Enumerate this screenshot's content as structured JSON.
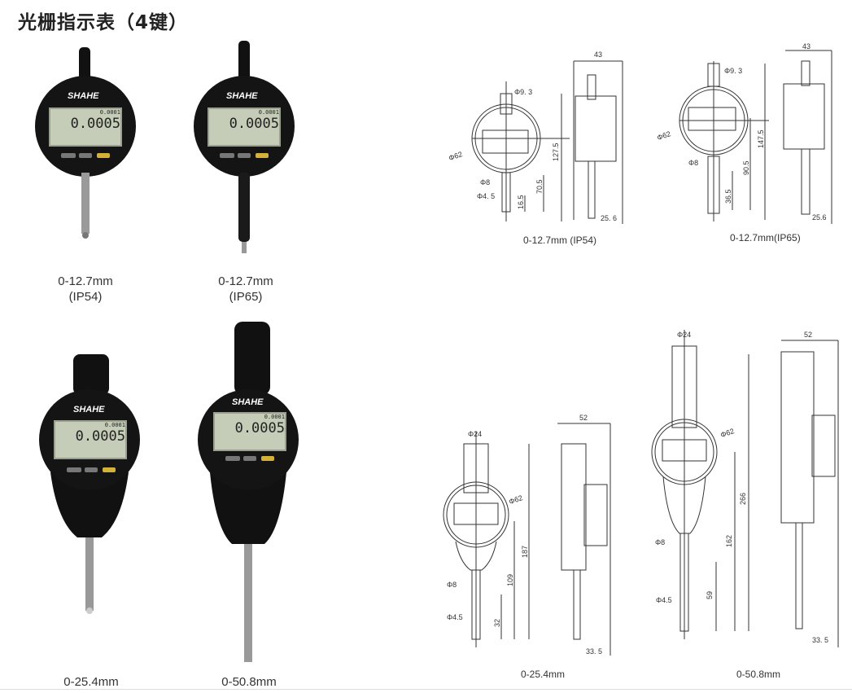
{
  "title": "光栅指示表（4键）",
  "brand": "SHAHE",
  "lcd_reading": "0.0005",
  "lcd_small": "0.0001",
  "products": [
    {
      "range": "0-12.7mm",
      "rating": "(IP54)"
    },
    {
      "range": "0-12.7mm",
      "rating": "(IP65)"
    },
    {
      "range": "0-25.4mm"
    },
    {
      "range": "0-50.8mm"
    }
  ],
  "drawings": [
    {
      "caption": "0-12.7mm (IP54)",
      "dims": [
        "43",
        "Φ9. 3",
        "Φ62",
        "Φ8",
        "Φ4. 5",
        "127.5",
        "70.5",
        "16.5",
        "25. 6"
      ]
    },
    {
      "caption": "0-12.7mm(IP65)",
      "dims": [
        "43",
        "Φ9. 3",
        "Φ62",
        "Φ8",
        "147.5",
        "90.5",
        "36.5",
        "25.6"
      ]
    },
    {
      "caption": "0-25.4mm",
      "dims": [
        "Φ24",
        "52",
        "Φ62",
        "187",
        "109",
        "Φ8",
        "Φ4.5",
        "32",
        "33. 5"
      ]
    },
    {
      "caption": "0-50.8mm",
      "dims": [
        "Φ24",
        "52",
        "Φ62",
        "266",
        "162",
        "Φ8",
        "Φ4.5",
        "59",
        "33. 5"
      ]
    }
  ]
}
